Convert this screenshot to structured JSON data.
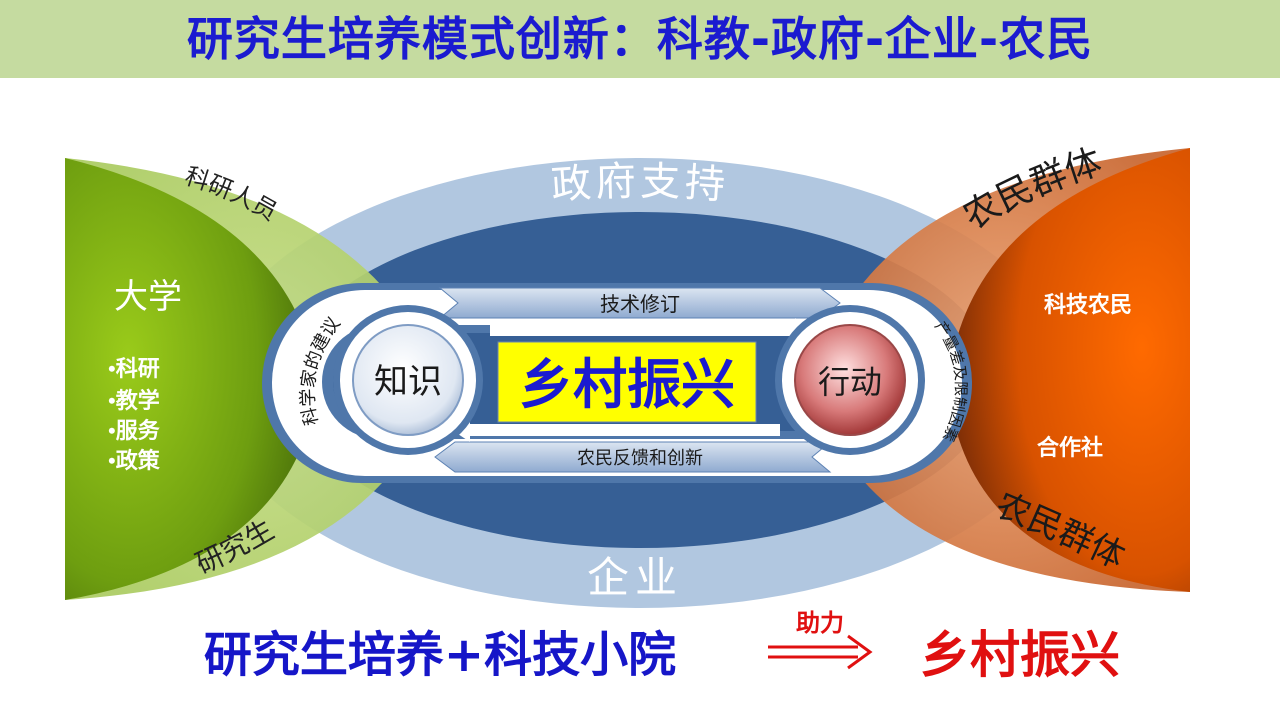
{
  "title": "研究生培养模式创新：科教-政府-企业-农民",
  "outer_ring": {
    "top": "政府支持",
    "bottom": "企业"
  },
  "left_panel": {
    "arc_top": "科研人员",
    "arc_bottom": "研究生",
    "heading": "大学",
    "items": [
      "•科研",
      "•教学",
      "•服务",
      "•政策"
    ]
  },
  "right_panel": {
    "arc_top": "农民群体",
    "arc_bottom": "农民群体",
    "item_top": "科技农民",
    "item_bottom": "合作社"
  },
  "inner_loop": {
    "top_arrow": "技术修订",
    "bottom_arrow": "农民反馈和创新",
    "left_arc": "科学家的建议",
    "right_arc": "产量差及限制因素"
  },
  "center": {
    "left_circle": "知识",
    "right_circle": "行动",
    "main": "乡村振兴"
  },
  "bottom": {
    "left": "研究生培养+科技小院",
    "arrow_label": "助力",
    "right": "乡村振兴"
  },
  "colors": {
    "title_bar": "#c5dba0",
    "title_text": "#1b1bd0",
    "green": "#6e9e10",
    "orange": "#e05a00",
    "dark_blue": "#365f95",
    "light_blue": "#a9c1dd",
    "highlight": "#ffff00",
    "red": "#e01010"
  }
}
